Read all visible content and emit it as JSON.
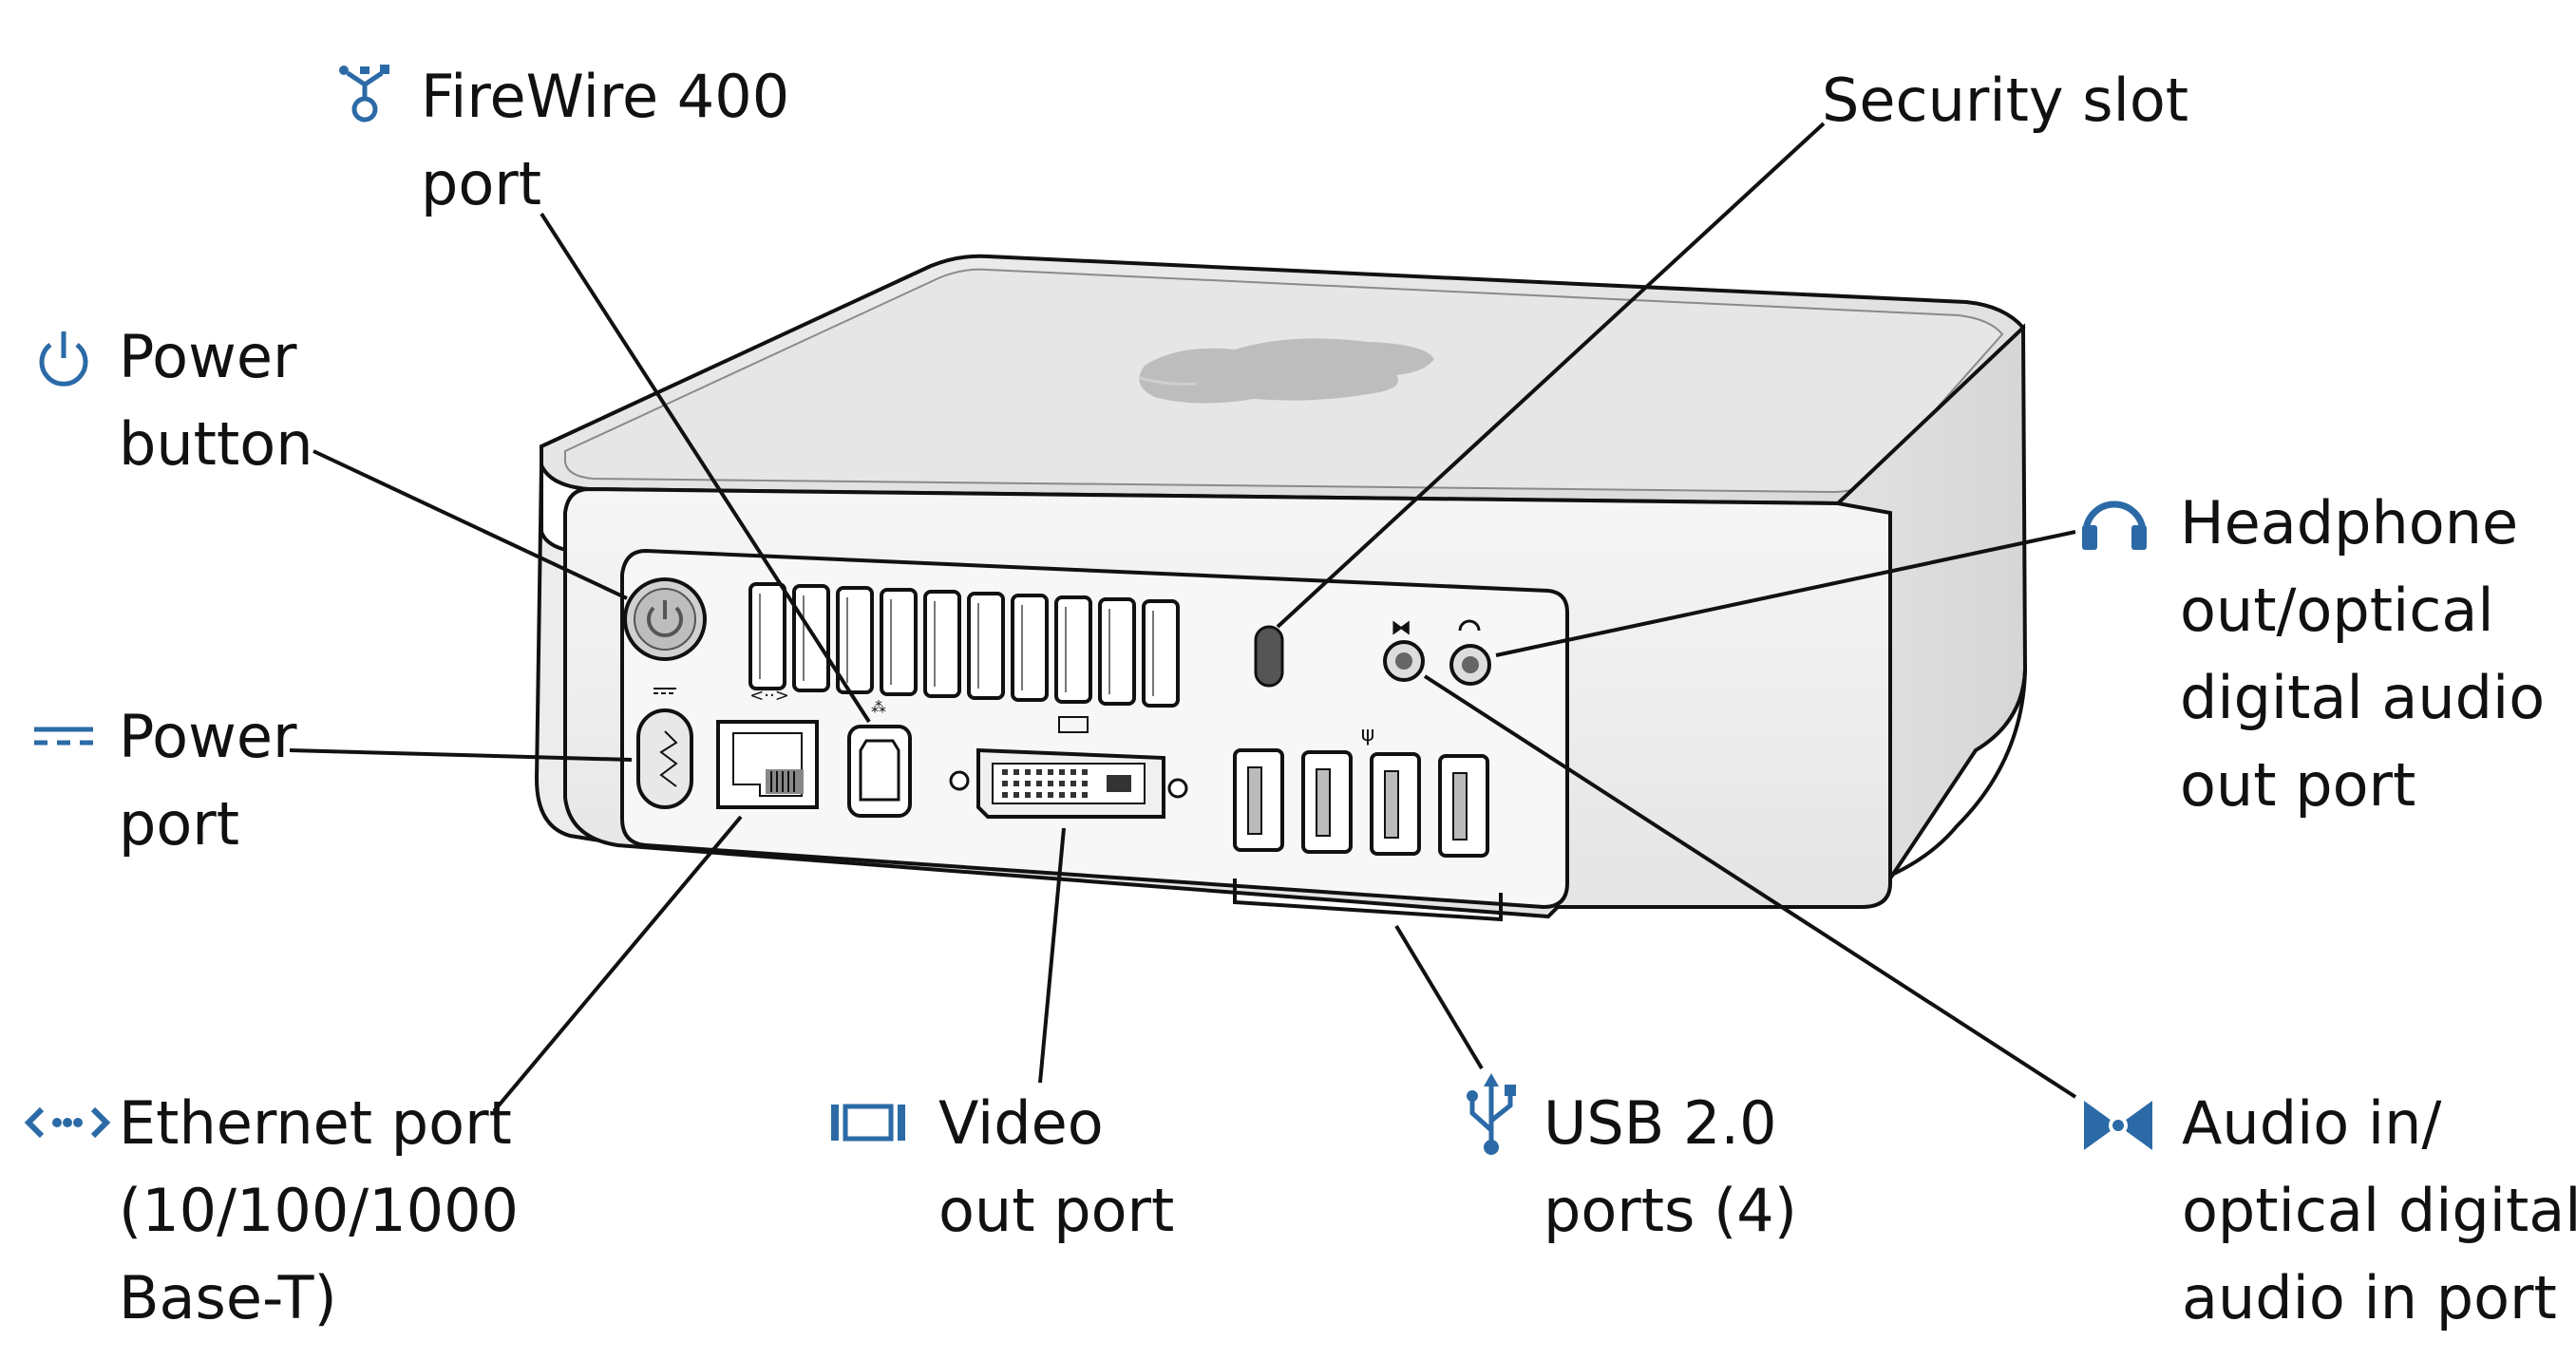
{
  "accent_color": "#2b6aa6",
  "line_color": "#111111",
  "labels": {
    "firewire": {
      "icon": "firewire-icon",
      "lines": [
        "FireWire 400",
        "port"
      ]
    },
    "security": {
      "icon": "",
      "lines": [
        "Security slot"
      ]
    },
    "power_button": {
      "icon": "power-icon",
      "lines": [
        "Power",
        "button"
      ]
    },
    "headphone": {
      "icon": "headphone-icon",
      "lines": [
        "Headphone",
        "out/optical",
        "digital audio",
        "out port"
      ]
    },
    "power_port": {
      "icon": "dc-power-icon",
      "lines": [
        "Power",
        "port"
      ]
    },
    "ethernet": {
      "icon": "ethernet-icon",
      "lines": [
        "Ethernet port",
        "(10/100/1000",
        "Base-T)"
      ]
    },
    "video": {
      "icon": "video-out-icon",
      "lines": [
        "Video",
        "out port"
      ]
    },
    "usb": {
      "icon": "usb-icon",
      "lines": [
        "USB 2.0",
        "ports (4)"
      ]
    },
    "audio_in": {
      "icon": "audio-in-icon",
      "lines": [
        "Audio in/",
        "optical digital",
        "audio in port"
      ]
    }
  }
}
